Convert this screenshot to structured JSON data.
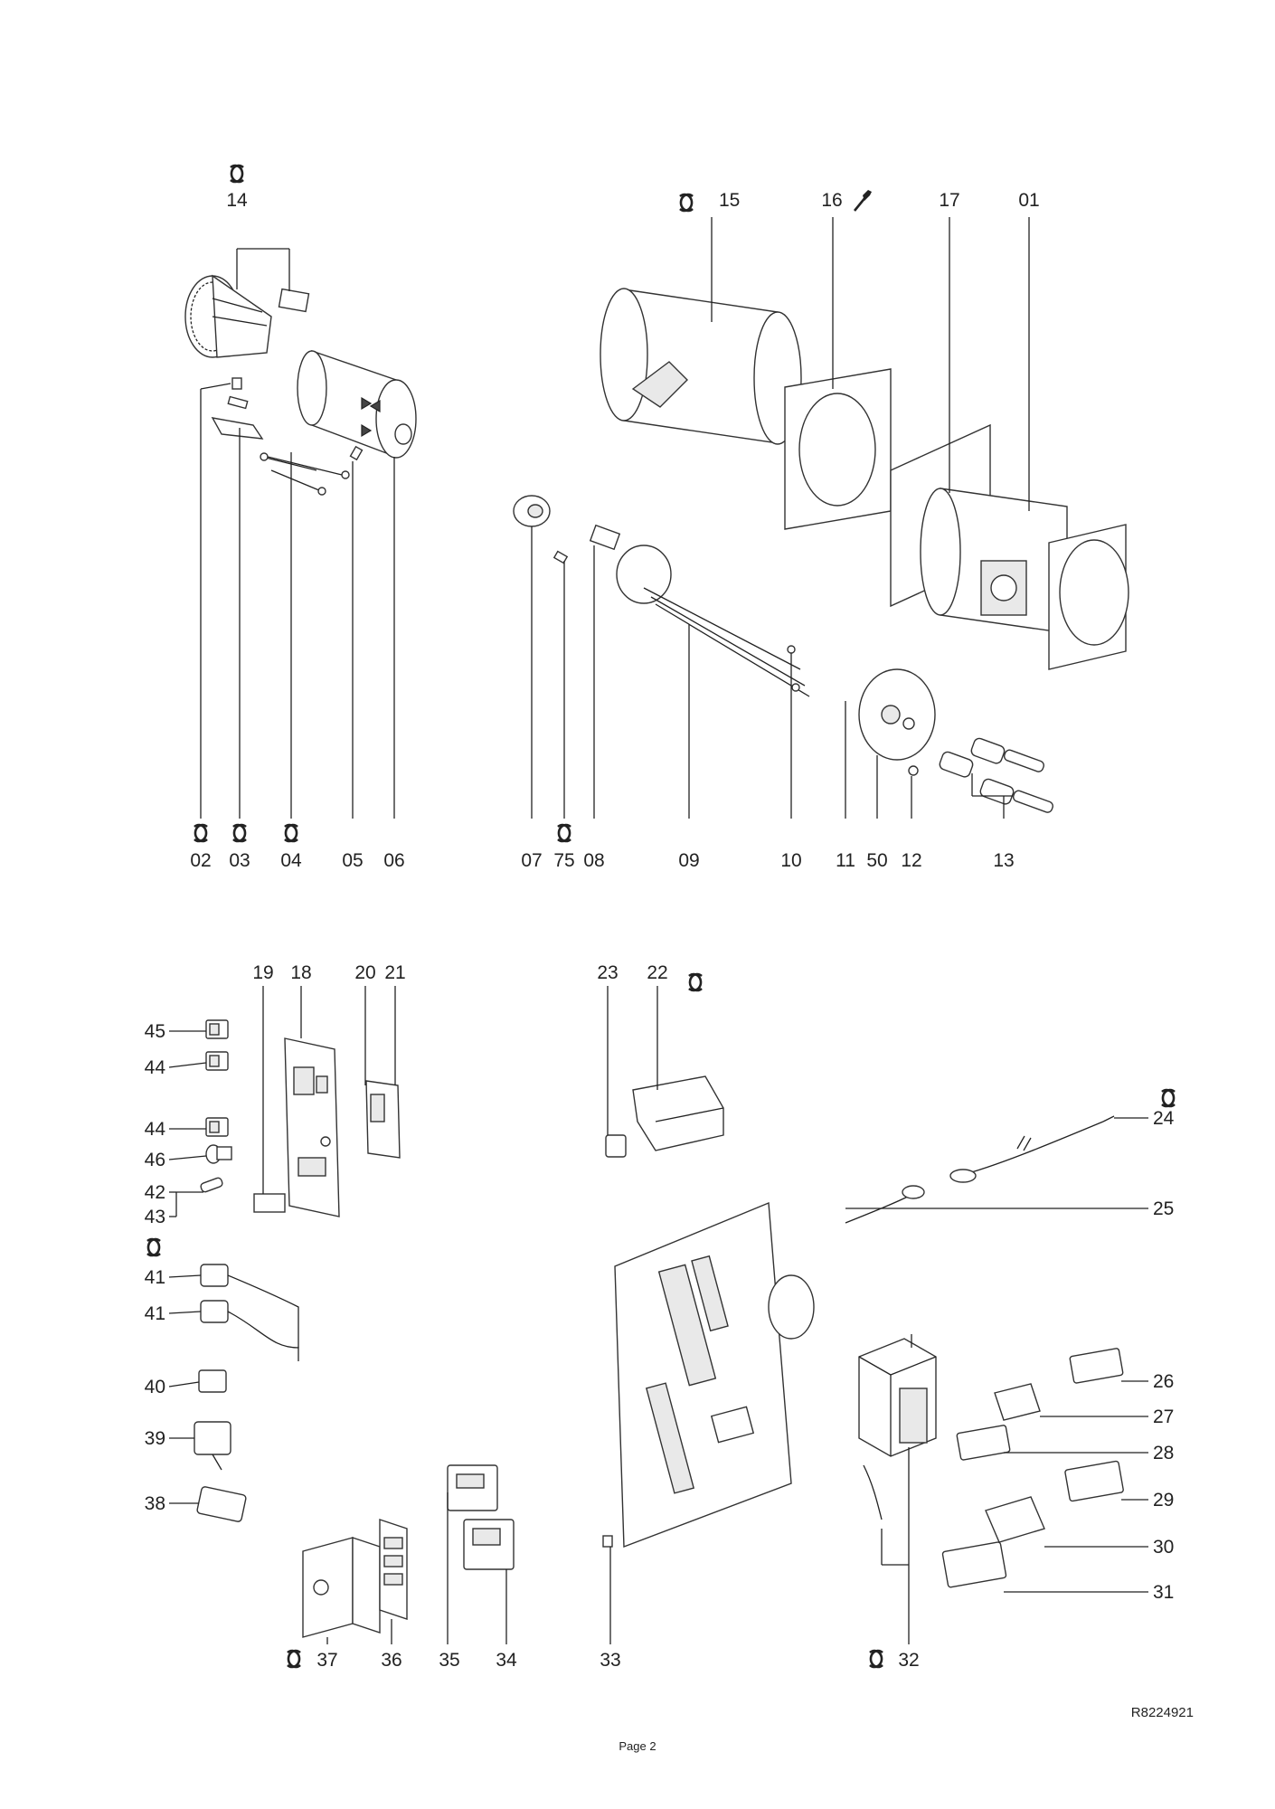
{
  "top_left": {
    "top_labels": [
      "14"
    ],
    "bottom_labels": [
      "02",
      "03",
      "04",
      "05",
      "06"
    ]
  },
  "top_right": {
    "top_labels": [
      "15",
      "16",
      "17",
      "01"
    ],
    "bottom_labels": [
      "07",
      "75",
      "08",
      "09",
      "10",
      "11",
      "50",
      "12",
      "13"
    ]
  },
  "bottom_left": {
    "top_labels": [
      "19",
      "18",
      "20",
      "21"
    ],
    "side_labels": [
      "45",
      "44",
      "44",
      "46",
      "42",
      "43",
      "41",
      "41",
      "40",
      "39",
      "38"
    ],
    "bottom_labels": [
      "37",
      "36",
      "35",
      "34"
    ]
  },
  "bottom_right": {
    "top_labels": [
      "23",
      "22"
    ],
    "side_labels": [
      "24",
      "25",
      "26",
      "27",
      "28",
      "29",
      "30",
      "31"
    ],
    "bottom_labels": [
      "33",
      "32"
    ]
  },
  "spare_part_marked": [
    "14",
    "02",
    "03",
    "04",
    "15",
    "75",
    "22",
    "24",
    "41",
    "37",
    "32"
  ],
  "tool_marked": [
    "16"
  ],
  "document_ref": "R8224921",
  "footer": "Page 2",
  "icons": {
    "spare_part": "cycle-arrow-icon",
    "tool": "wrench-icon"
  }
}
